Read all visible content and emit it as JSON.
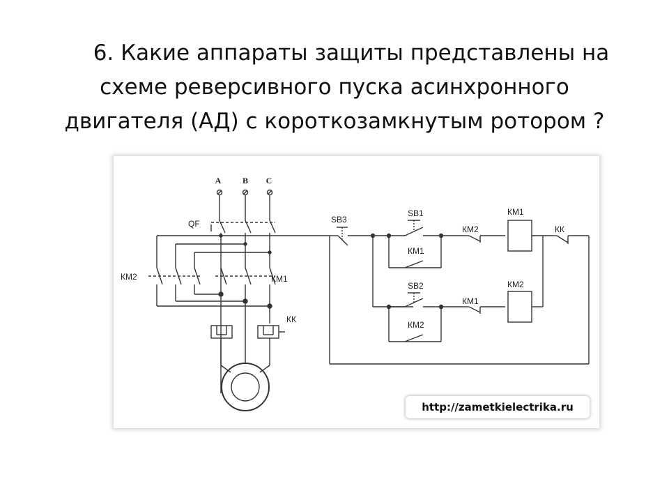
{
  "title": {
    "line1": "6. Какие аппараты защиты представлены на",
    "line2": "схеме реверсивного пуска асинхронного",
    "line3": "двигателя (АД) с короткозамкнутым ротором ?"
  },
  "diagram": {
    "phases": [
      "A",
      "B",
      "C"
    ],
    "labels": {
      "qf": "QF",
      "km2_power": "КМ2",
      "km1_power": "КМ1",
      "kk_power": "КК",
      "sb3": "SB3",
      "sb1": "SB1",
      "sb2": "SB2",
      "km1_hold": "КМ1",
      "km2_hold": "КМ2",
      "km2_interlock": "КМ2",
      "km1_interlock": "КМ1",
      "km1_coil": "КМ1",
      "km2_coil": "КМ2",
      "kk_contact": "КК"
    }
  },
  "watermark": "http://zametkielectrika.ru"
}
